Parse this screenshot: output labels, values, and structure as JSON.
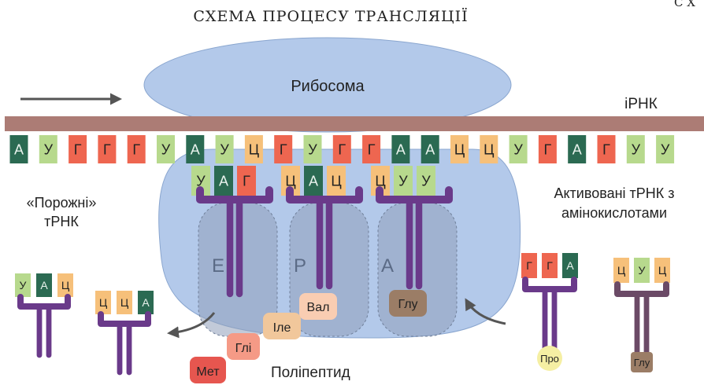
{
  "title": "СХЕМА ПРОЦЕСУ ТРАНСЛЯЦІЇ",
  "corner_text": "С Х",
  "labels": {
    "ribosome": "Рибосома",
    "mrna": "іРНК",
    "empty_trna": [
      "«Порожні»",
      "тРНК"
    ],
    "activated_trna": [
      "Активовані тРНК з",
      "амінокислотами"
    ],
    "polypeptide": "Поліпептид",
    "sites": [
      "E",
      "P",
      "A"
    ]
  },
  "mrna_codons": [
    "А",
    "У",
    "Г",
    "Г",
    "Г",
    "У",
    "А",
    "У",
    "Ц",
    "Г",
    "У",
    "Г",
    "Г",
    "А",
    "А",
    "Ц",
    "Ц",
    "У",
    "Г",
    "А",
    "Г",
    "У",
    "У"
  ],
  "bound_anticodons": [
    [
      "У",
      "А",
      "Г"
    ],
    [
      "Ц",
      "А",
      "Ц"
    ],
    [
      "Ц",
      "У",
      "У"
    ]
  ],
  "bound_amino_acids": [
    "Вал",
    "Глу"
  ],
  "empty_trnas": [
    [
      "У",
      "А",
      "Ц"
    ],
    [
      "Ц",
      "Ц",
      "А"
    ]
  ],
  "activated_trnas": [
    {
      "anticodon": [
        "Г",
        "Г",
        "А"
      ],
      "amino_acid": "Про"
    },
    {
      "anticodon": [
        "Ц",
        "У",
        "Ц"
      ],
      "amino_acid": "Глу"
    }
  ],
  "polypeptide_chain": [
    "Мет",
    "Глі",
    "Іле"
  ],
  "colors": {
    "А": "#2b6a52",
    "У": "#b7d98d",
    "Г": "#ee6650",
    "Ц": "#f6c07a",
    "ribosome": "#b3c9ea",
    "mrna_strand": "#ac7c75",
    "trna": "#6a3a8a",
    "trna_alt": "#6b4a66",
    "Вал": "#f9cdb2",
    "Глу": "#9b7d66",
    "Про": "#f5efa3",
    "Мет": "#e6564f",
    "Глі": "#f59a86",
    "Іле": "#f1c79b"
  }
}
